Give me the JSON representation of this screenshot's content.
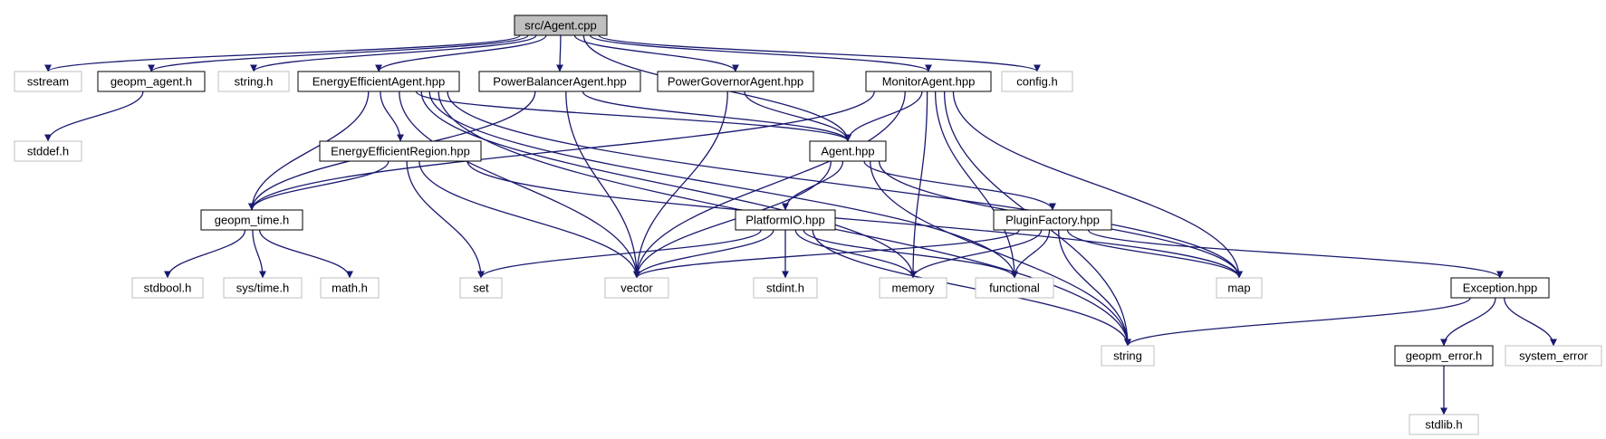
{
  "diagram": {
    "root": "src/Agent.cpp",
    "colors": {
      "edge": "#191970",
      "documented_border": "#000000",
      "external_border": "#bfbfbf",
      "root_fill": "#bfbfbf",
      "external_text": "#000000"
    },
    "nodes": [
      {
        "id": "agent_cpp",
        "label": "src/Agent.cpp",
        "kind": "root"
      },
      {
        "id": "sstream",
        "label": "sstream",
        "kind": "external"
      },
      {
        "id": "geopm_agent_h",
        "label": "geopm_agent.h",
        "kind": "documented"
      },
      {
        "id": "string_h",
        "label": "string.h",
        "kind": "external"
      },
      {
        "id": "eea",
        "label": "EnergyEfficientAgent.hpp",
        "kind": "documented"
      },
      {
        "id": "pba",
        "label": "PowerBalancerAgent.hpp",
        "kind": "documented"
      },
      {
        "id": "pga",
        "label": "PowerGovernorAgent.hpp",
        "kind": "documented"
      },
      {
        "id": "mon",
        "label": "MonitorAgent.hpp",
        "kind": "documented"
      },
      {
        "id": "config_h",
        "label": "config.h",
        "kind": "external"
      },
      {
        "id": "stddef_h",
        "label": "stddef.h",
        "kind": "external"
      },
      {
        "id": "eer",
        "label": "EnergyEfficientRegion.hpp",
        "kind": "documented"
      },
      {
        "id": "agent_hpp",
        "label": "Agent.hpp",
        "kind": "documented"
      },
      {
        "id": "geopm_time_h",
        "label": "geopm_time.h",
        "kind": "documented"
      },
      {
        "id": "pio",
        "label": "PlatformIO.hpp",
        "kind": "documented"
      },
      {
        "id": "pf",
        "label": "PluginFactory.hpp",
        "kind": "documented"
      },
      {
        "id": "stdbool_h",
        "label": "stdbool.h",
        "kind": "external"
      },
      {
        "id": "sys_time_h",
        "label": "sys/time.h",
        "kind": "external"
      },
      {
        "id": "math_h",
        "label": "math.h",
        "kind": "external"
      },
      {
        "id": "set",
        "label": "set",
        "kind": "external"
      },
      {
        "id": "vector",
        "label": "vector",
        "kind": "external"
      },
      {
        "id": "stdint_h",
        "label": "stdint.h",
        "kind": "external"
      },
      {
        "id": "memory",
        "label": "memory",
        "kind": "external"
      },
      {
        "id": "functional",
        "label": "functional",
        "kind": "external"
      },
      {
        "id": "map",
        "label": "map",
        "kind": "external"
      },
      {
        "id": "exception",
        "label": "Exception.hpp",
        "kind": "documented"
      },
      {
        "id": "string",
        "label": "string",
        "kind": "external"
      },
      {
        "id": "geopm_error_h",
        "label": "geopm_error.h",
        "kind": "documented"
      },
      {
        "id": "system_error",
        "label": "system_error",
        "kind": "external"
      },
      {
        "id": "stdlib_h",
        "label": "stdlib.h",
        "kind": "external"
      }
    ],
    "edges": [
      [
        "agent_cpp",
        "sstream"
      ],
      [
        "agent_cpp",
        "geopm_agent_h"
      ],
      [
        "agent_cpp",
        "string_h"
      ],
      [
        "agent_cpp",
        "eea"
      ],
      [
        "agent_cpp",
        "pba"
      ],
      [
        "agent_cpp",
        "pga"
      ],
      [
        "agent_cpp",
        "mon"
      ],
      [
        "agent_cpp",
        "config_h"
      ],
      [
        "agent_cpp",
        "agent_hpp"
      ],
      [
        "geopm_agent_h",
        "stddef_h"
      ],
      [
        "eea",
        "eer"
      ],
      [
        "eea",
        "agent_hpp"
      ],
      [
        "eea",
        "geopm_time_h"
      ],
      [
        "eea",
        "vector"
      ],
      [
        "eea",
        "memory"
      ],
      [
        "eea",
        "functional"
      ],
      [
        "eea",
        "map"
      ],
      [
        "eea",
        "string"
      ],
      [
        "pba",
        "agent_hpp"
      ],
      [
        "pba",
        "vector"
      ],
      [
        "pba",
        "geopm_time_h"
      ],
      [
        "pga",
        "agent_hpp"
      ],
      [
        "pga",
        "vector"
      ],
      [
        "mon",
        "agent_hpp"
      ],
      [
        "mon",
        "geopm_time_h"
      ],
      [
        "mon",
        "vector"
      ],
      [
        "mon",
        "memory"
      ],
      [
        "mon",
        "functional"
      ],
      [
        "mon",
        "map"
      ],
      [
        "mon",
        "string"
      ],
      [
        "eer",
        "geopm_time_h"
      ],
      [
        "eer",
        "set"
      ],
      [
        "eer",
        "vector"
      ],
      [
        "eer",
        "map"
      ],
      [
        "agent_hpp",
        "pio"
      ],
      [
        "agent_hpp",
        "pf"
      ],
      [
        "agent_hpp",
        "vector"
      ],
      [
        "agent_hpp",
        "map"
      ],
      [
        "agent_hpp",
        "string"
      ],
      [
        "geopm_time_h",
        "stdbool_h"
      ],
      [
        "geopm_time_h",
        "sys_time_h"
      ],
      [
        "geopm_time_h",
        "math_h"
      ],
      [
        "pio",
        "set"
      ],
      [
        "pio",
        "vector"
      ],
      [
        "pio",
        "stdint_h"
      ],
      [
        "pio",
        "memory"
      ],
      [
        "pio",
        "functional"
      ],
      [
        "pio",
        "string"
      ],
      [
        "pf",
        "vector"
      ],
      [
        "pf",
        "memory"
      ],
      [
        "pf",
        "functional"
      ],
      [
        "pf",
        "map"
      ],
      [
        "pf",
        "string"
      ],
      [
        "pf",
        "exception"
      ],
      [
        "exception",
        "string"
      ],
      [
        "exception",
        "geopm_error_h"
      ],
      [
        "exception",
        "system_error"
      ],
      [
        "geopm_error_h",
        "stdlib_h"
      ]
    ]
  }
}
